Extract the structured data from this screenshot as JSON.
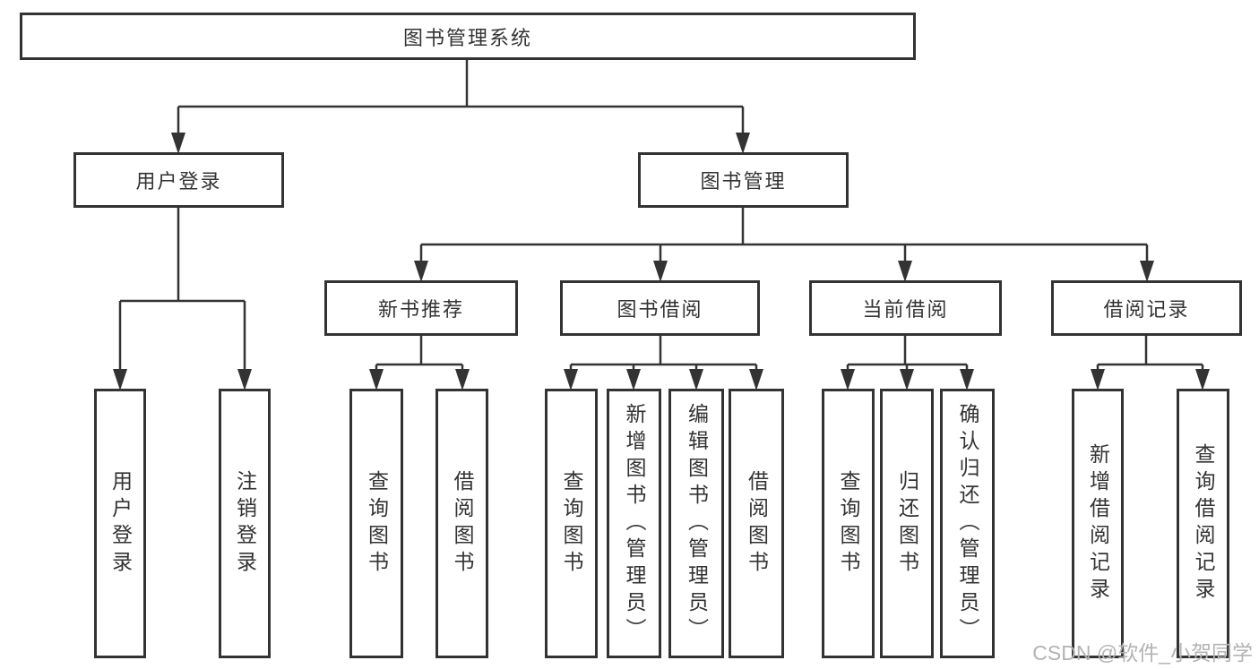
{
  "tree": {
    "root": {
      "label": "图书管理系统"
    },
    "user_login": {
      "label": "用户登录",
      "children": [
        {
          "label": "用户登录"
        },
        {
          "label": "注销登录"
        }
      ]
    },
    "book_management": {
      "label": "图书管理",
      "children": [
        {
          "label": "新书推荐",
          "children": [
            {
              "label": "查询图书"
            },
            {
              "label": "借阅图书"
            }
          ]
        },
        {
          "label": "图书借阅",
          "children": [
            {
              "label": "查询图书"
            },
            {
              "label": "新增图书（管理员）"
            },
            {
              "label": "编辑图书（管理员）"
            },
            {
              "label": "借阅图书"
            }
          ]
        },
        {
          "label": "当前借阅",
          "children": [
            {
              "label": "查询图书"
            },
            {
              "label": "归还图书"
            },
            {
              "label": "确认归还（管理员）"
            }
          ]
        },
        {
          "label": "借阅记录",
          "children": [
            {
              "label": "新增借阅记录"
            },
            {
              "label": "查询借阅记录"
            }
          ]
        }
      ]
    }
  },
  "watermark": {
    "text": "CSDN @软件_小贺同学"
  },
  "colors": {
    "line": "#333333",
    "text": "#333333",
    "box_background": "#ffffff",
    "watermark": "#b3b3b3"
  }
}
